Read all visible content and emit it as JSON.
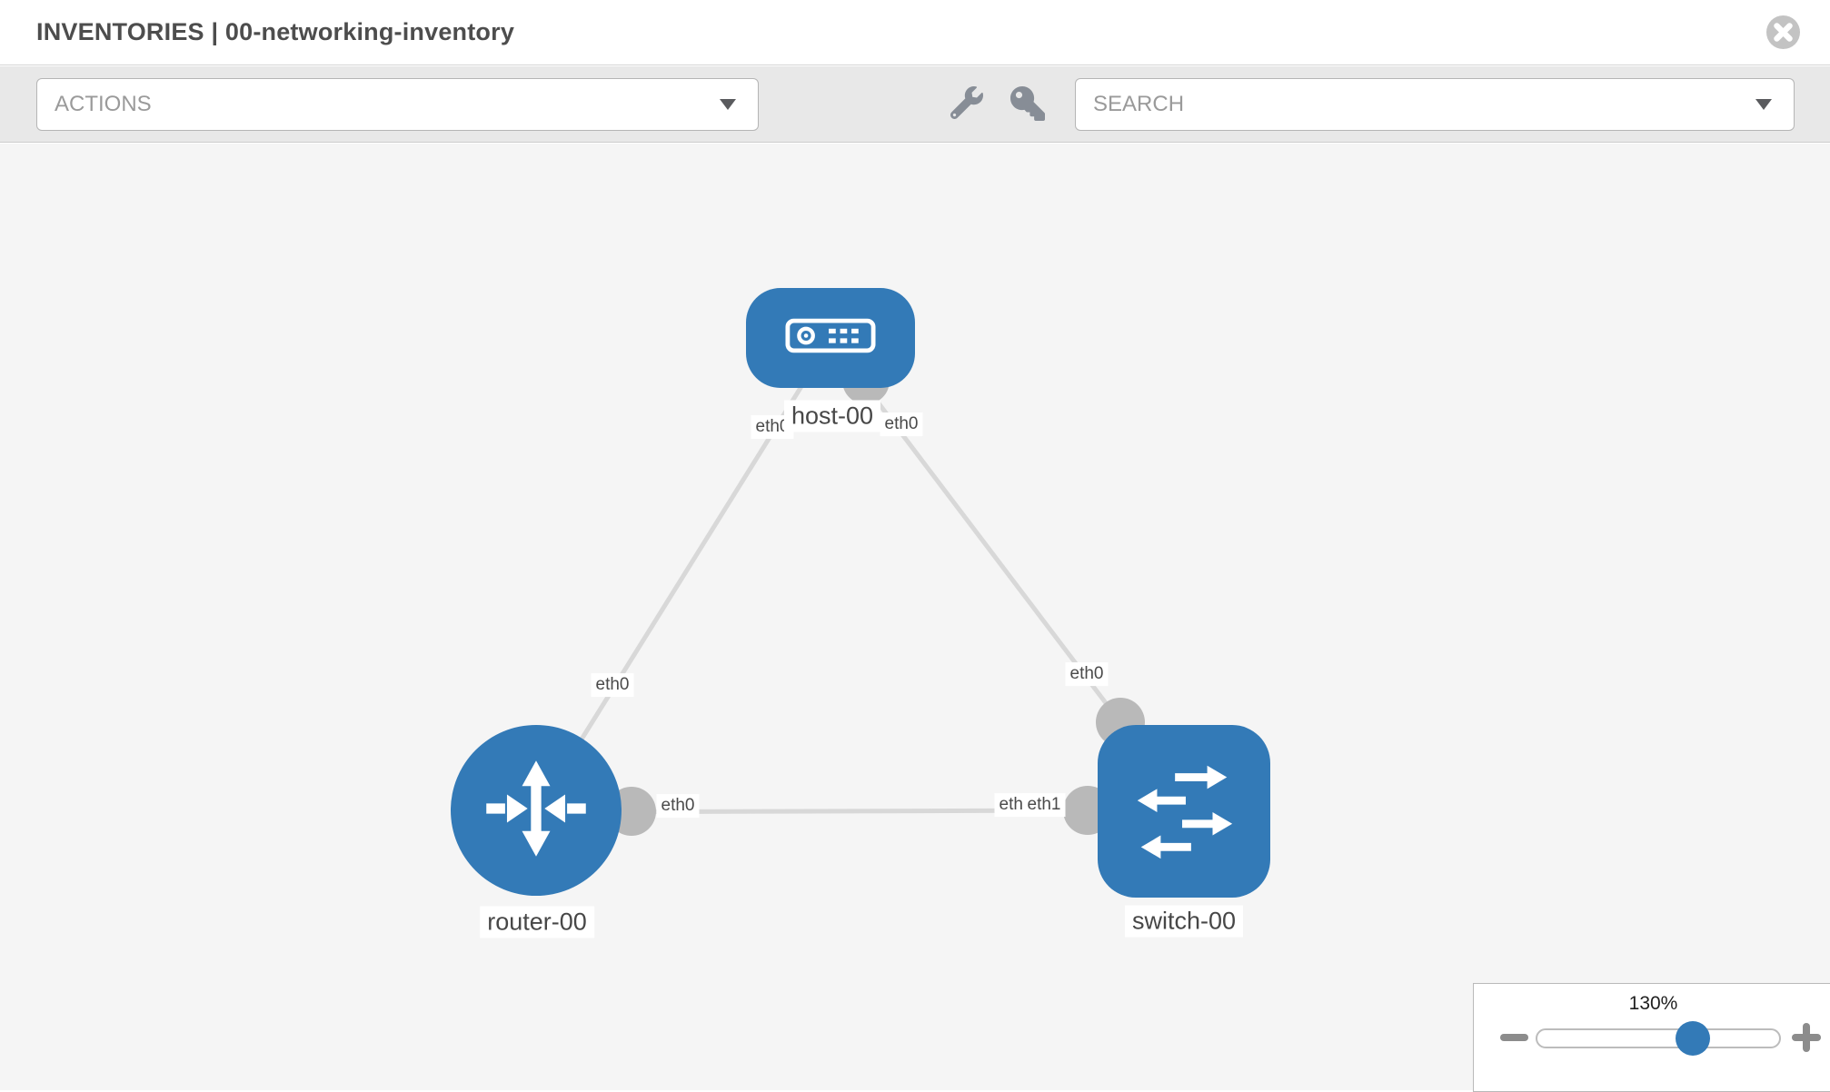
{
  "header": {
    "title": "INVENTORIES | 00-networking-inventory"
  },
  "toolbar": {
    "actions_label": "ACTIONS",
    "search_label": "SEARCH"
  },
  "diagram": {
    "nodes": [
      {
        "label": "host-00",
        "kind": "host",
        "shape": "rounded-rect",
        "icon": "server-icon"
      },
      {
        "label": "router-00",
        "kind": "router",
        "shape": "circle",
        "icon": "router-arrows-icon"
      },
      {
        "label": "switch-00",
        "kind": "switch",
        "shape": "rounded-square",
        "icon": "switch-arrows-icon"
      }
    ],
    "links": [
      {
        "from": "host-00",
        "to": "router-00"
      },
      {
        "from": "host-00",
        "to": "switch-00"
      },
      {
        "from": "router-00",
        "to": "switch-00"
      }
    ],
    "interface_labels": [
      "eth0",
      "eth0",
      "eth0",
      "eth0",
      "eth0",
      "eth0",
      "eth1"
    ]
  },
  "zoom_control": {
    "level": "130%"
  },
  "colors": {
    "node_blue": "#337ab7",
    "link_gray": "#d8d8d8",
    "dot_gray": "#b9b9b9",
    "canvas_bg": "#f5f5f5",
    "toolbar_bg": "#e8e8e8"
  }
}
